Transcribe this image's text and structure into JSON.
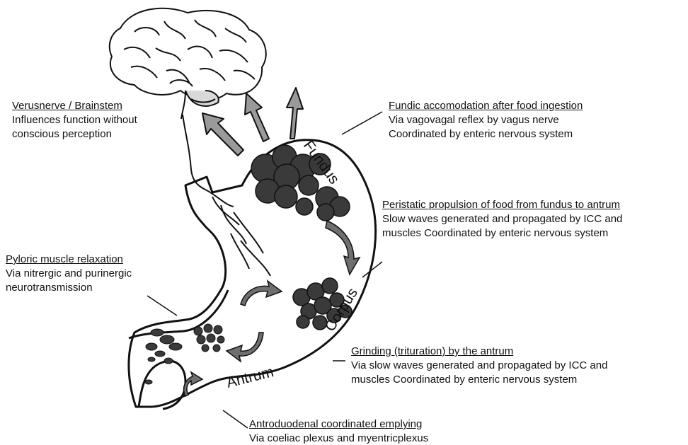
{
  "regions": {
    "fundus": "Fundus",
    "corpus": "Corpus",
    "antrum": "Antrum"
  },
  "callouts": {
    "brainstem": {
      "heading": "Verusnerve / Brainstem",
      "lines": [
        "Influences function without",
        "conscious perception"
      ]
    },
    "fundic": {
      "heading": "Fundic accomodation after food ingestion",
      "lines": [
        "Via vagovagal reflex by vagus nerve",
        "Coordinated by enteric nervous system"
      ]
    },
    "peristaltic": {
      "heading": "Peristatic propulsion of food from fundus to antrum",
      "lines": [
        "Slow waves generated and propagated by ICC and",
        "muscles Coordinated by enteric nervous system"
      ]
    },
    "pyloric": {
      "heading": "Pyloric muscle relaxation",
      "lines": [
        "Via nitrergic and purinergic",
        "neurotransmission"
      ]
    },
    "grinding": {
      "heading": "Grinding (trituration) by the antrum",
      "lines": [
        "Via slow waves generated and propagated by ICC and",
        "muscles Coordinated by enteric nervous system"
      ]
    },
    "antroduodenal": {
      "heading": "Antroduodenal coordinated emplying",
      "lines": [
        "Via coeliac plexus and myentricplexus"
      ]
    }
  },
  "colors": {
    "ink": "#111111",
    "food": "#3a3a3a",
    "arrow_fill": "#9a9a9a"
  }
}
